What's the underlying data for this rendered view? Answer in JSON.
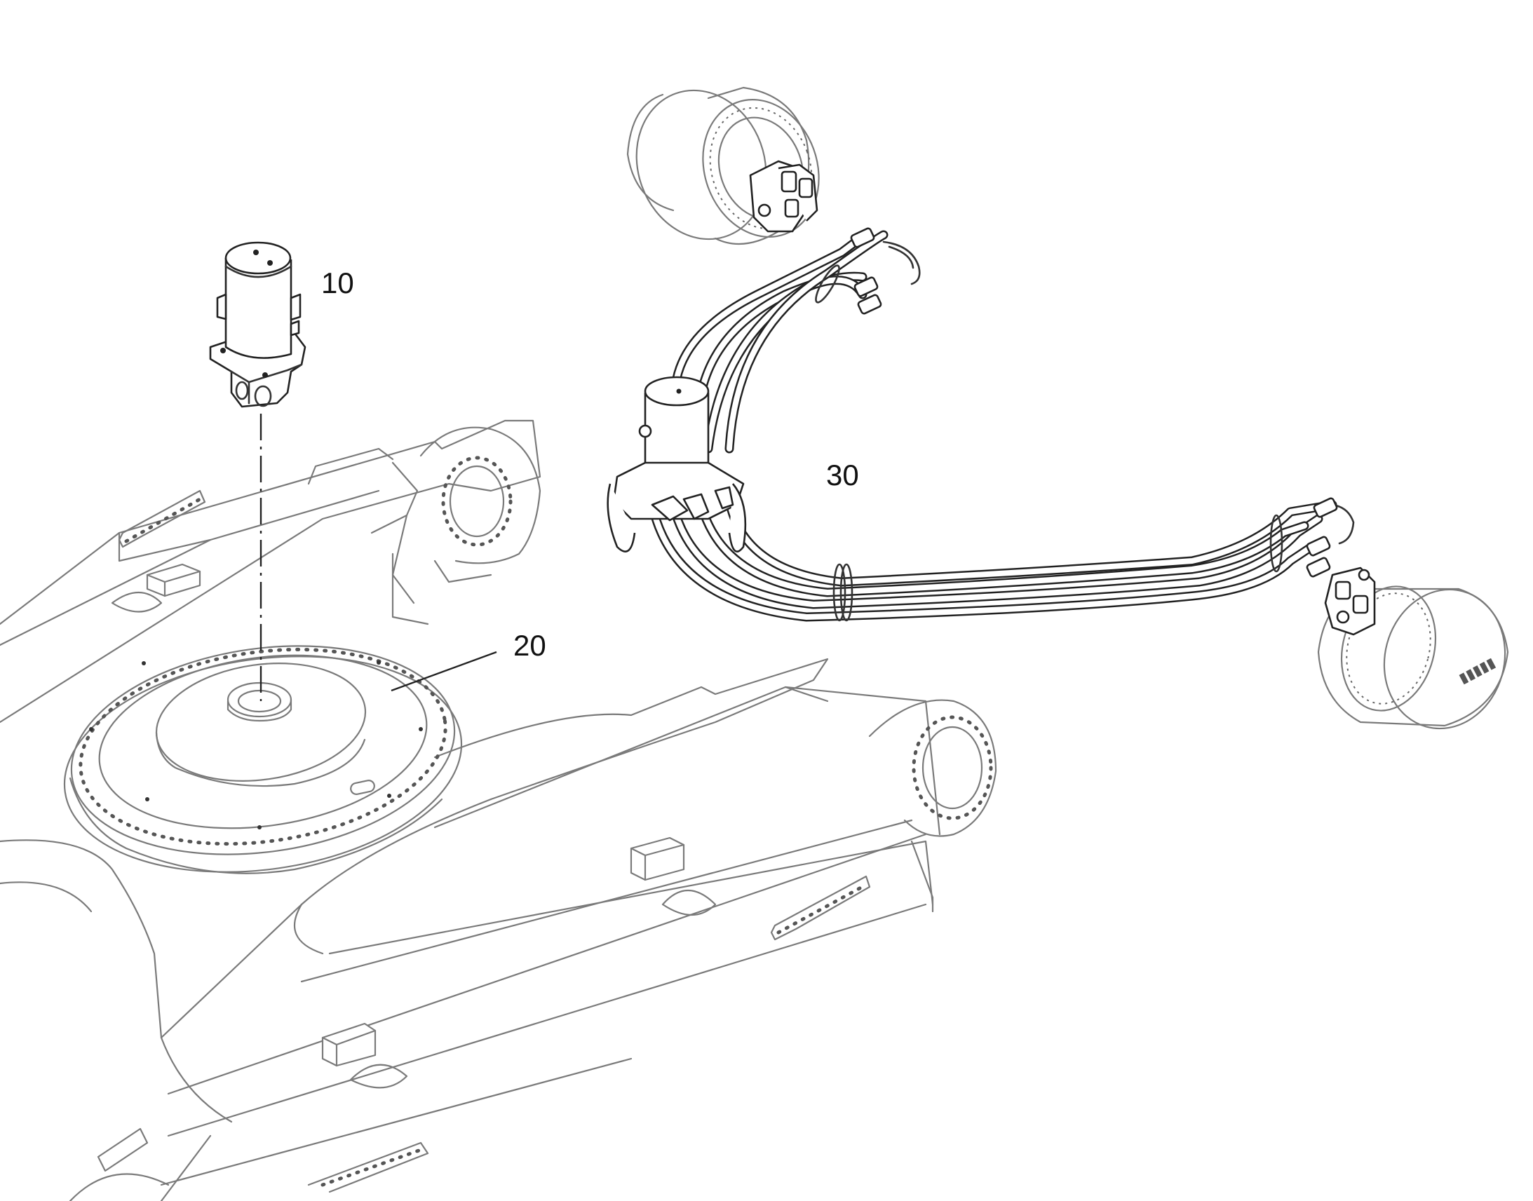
{
  "callouts": [
    {
      "id": "10",
      "label": "10"
    },
    {
      "id": "20",
      "label": "20"
    },
    {
      "id": "30",
      "label": "30"
    }
  ],
  "colors": {
    "line": "#222222",
    "ghost_line": "#7a7a7a",
    "background": "#ffffff"
  },
  "parts": {
    "swivel_joint": "swivel-joint",
    "turntable_ring": "slewing-ring",
    "hose_assembly": "travel-hose-assembly",
    "travel_motor_top": "travel-motor",
    "travel_motor_right": "travel-motor",
    "undercarriage": "undercarriage-frame"
  }
}
